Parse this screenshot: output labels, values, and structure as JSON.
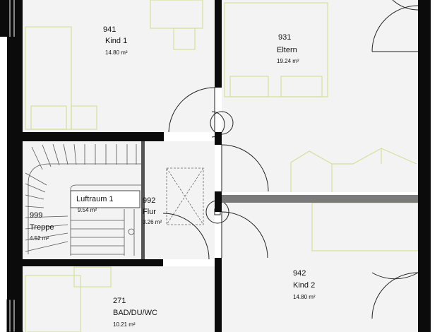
{
  "rooms": [
    {
      "id": "kind1",
      "number": "941",
      "name": "Kind 1",
      "area": "14.80 m²"
    },
    {
      "id": "eltern",
      "number": "931",
      "name": "Eltern",
      "area": "19.24 m²"
    },
    {
      "id": "luftraum",
      "name": "Luftraum 1",
      "area": "9.54 m²"
    },
    {
      "id": "flur",
      "number": "992",
      "name": "Flur",
      "area": "3.26 m²"
    },
    {
      "id": "treppe",
      "number": "999",
      "name": "Treppe",
      "area": "4.52 m²"
    },
    {
      "id": "kind2",
      "number": "942",
      "name": "Kind 2",
      "area": "14.80 m²"
    },
    {
      "id": "bad",
      "number": "271",
      "name": "BAD/DU/WC",
      "area": "10.21 m²"
    }
  ],
  "colors": {
    "wall": "#0b0b0b",
    "floor": "#f3f3f3",
    "furniture": "#d4e09a",
    "lines": "#3a3a3a"
  },
  "icons": [
    "door-swing-icon",
    "stair-icon",
    "skylight-cross-icon"
  ]
}
